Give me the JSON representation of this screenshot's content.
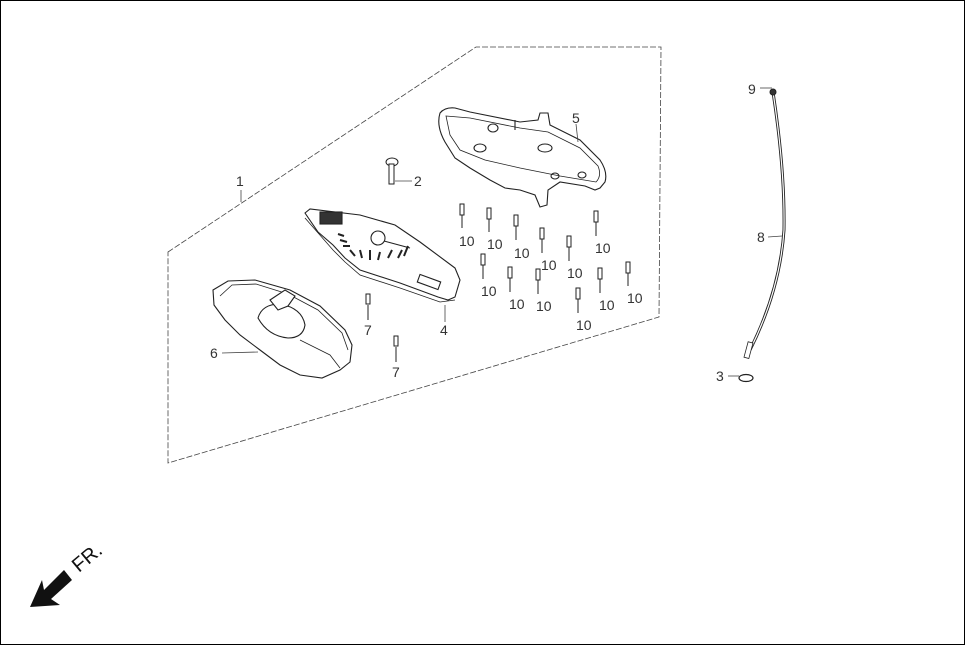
{
  "diagram": {
    "type": "exploded-parts-diagram",
    "subject": "instrument cluster / speedometer assembly",
    "direction_indicator": {
      "label": "FR.",
      "icon": "front-arrow-icon"
    },
    "assembly_group": {
      "callout": "1"
    },
    "parts": [
      {
        "callout": "1",
        "description": "meter assembly (group boundary)"
      },
      {
        "callout": "2",
        "description": "pin / bulb"
      },
      {
        "callout": "3",
        "description": "washer / ring"
      },
      {
        "callout": "4",
        "description": "meter face panel"
      },
      {
        "callout": "5",
        "description": "lower case"
      },
      {
        "callout": "6",
        "description": "upper cover / lens"
      },
      {
        "callout": "7",
        "description": "screw",
        "quantity_shown": 2
      },
      {
        "callout": "8",
        "description": "speedometer cable"
      },
      {
        "callout": "9",
        "description": "cable end fitting"
      },
      {
        "callout": "10",
        "description": "screw",
        "quantity_shown": 12
      }
    ],
    "labels": {
      "l1": "1",
      "l2": "2",
      "l3": "3",
      "l4": "4",
      "l5": "5",
      "l6": "6",
      "l7a": "7",
      "l7b": "7",
      "l8": "8",
      "l9": "9",
      "l10": [
        "10",
        "10",
        "10",
        "10",
        "10",
        "10",
        "10",
        "10",
        "10",
        "10",
        "10",
        "10"
      ]
    }
  }
}
